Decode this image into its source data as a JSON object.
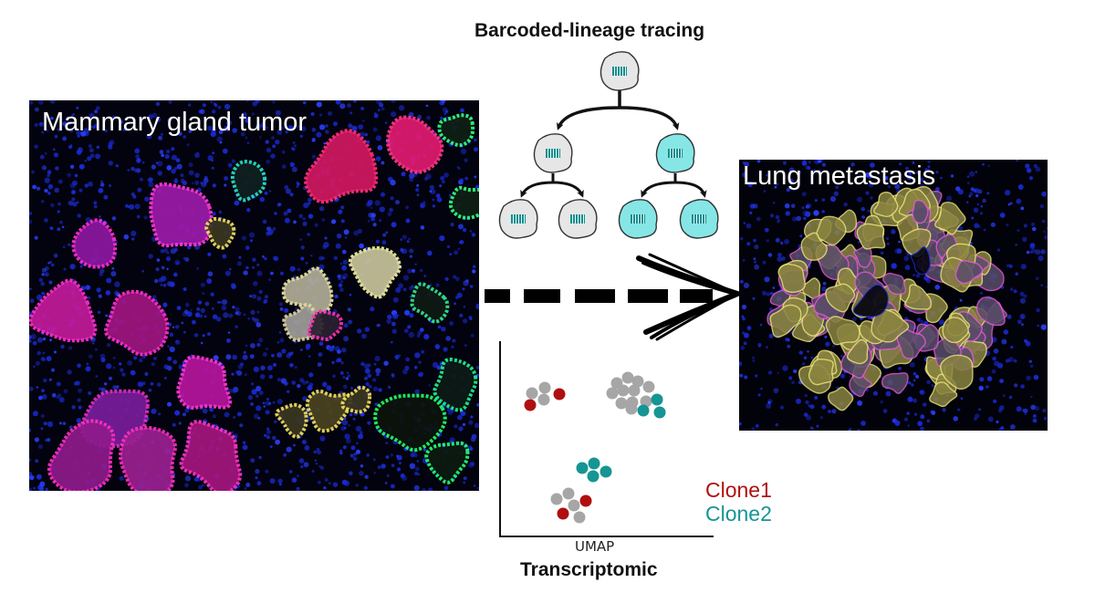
{
  "tumor_panel": {
    "label": "Mammary gland tumor"
  },
  "lung_panel": {
    "label": "Lung metastasis"
  },
  "lineage": {
    "title": "Barcoded-lineage tracing"
  },
  "umap": {
    "title": "Transcriptomic",
    "axis_label": "UMAP",
    "legend": [
      {
        "name": "Clone1",
        "color": "#b00f0f"
      },
      {
        "name": "Clone2",
        "color": "#159594"
      }
    ]
  },
  "colors": {
    "parent_cell": "#e6e6e6",
    "clone2_cell": "#86e6e6",
    "barcode": "#138c8c",
    "unlabeled_dot": "#a6a6a6",
    "clone1_dot": "#b00f0f",
    "clone2_dot": "#159594"
  }
}
